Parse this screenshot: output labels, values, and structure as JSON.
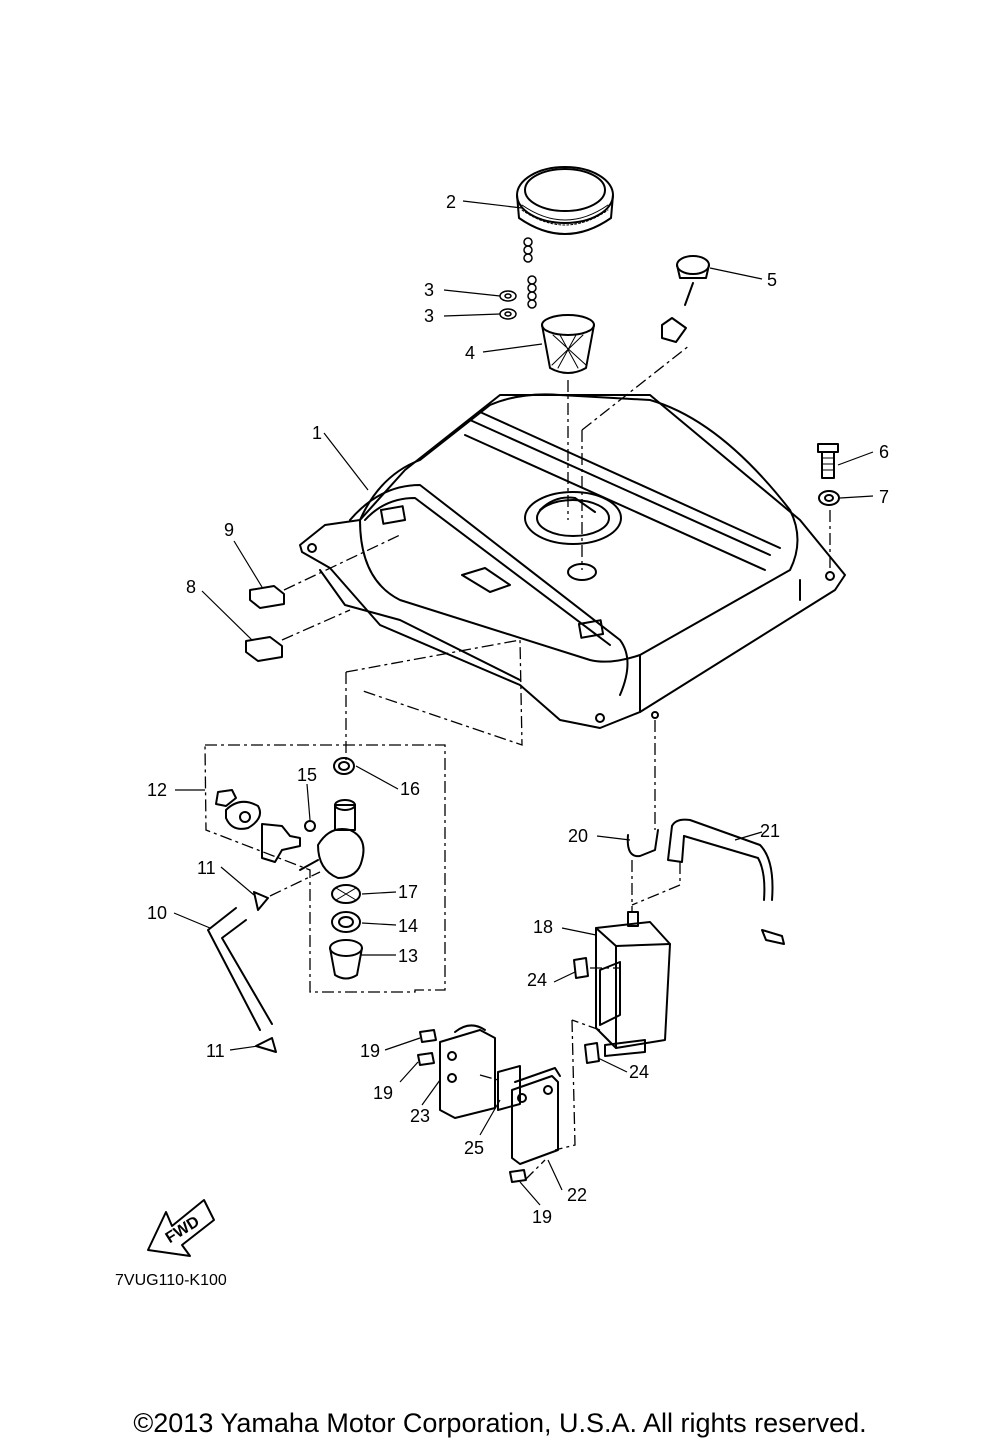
{
  "diagram": {
    "figure_code": "7VUG110-K100",
    "fwd_label": "FWD",
    "callouts": [
      "1",
      "2",
      "3",
      "3",
      "4",
      "5",
      "6",
      "7",
      "8",
      "9",
      "10",
      "11",
      "11",
      "12",
      "13",
      "14",
      "15",
      "16",
      "17",
      "18",
      "19",
      "19",
      "19",
      "20",
      "21",
      "22",
      "23",
      "24",
      "24",
      "25"
    ]
  },
  "footer": {
    "copyright": "©2013 Yamaha Motor Corporation, U.S.A. All rights reserved."
  }
}
